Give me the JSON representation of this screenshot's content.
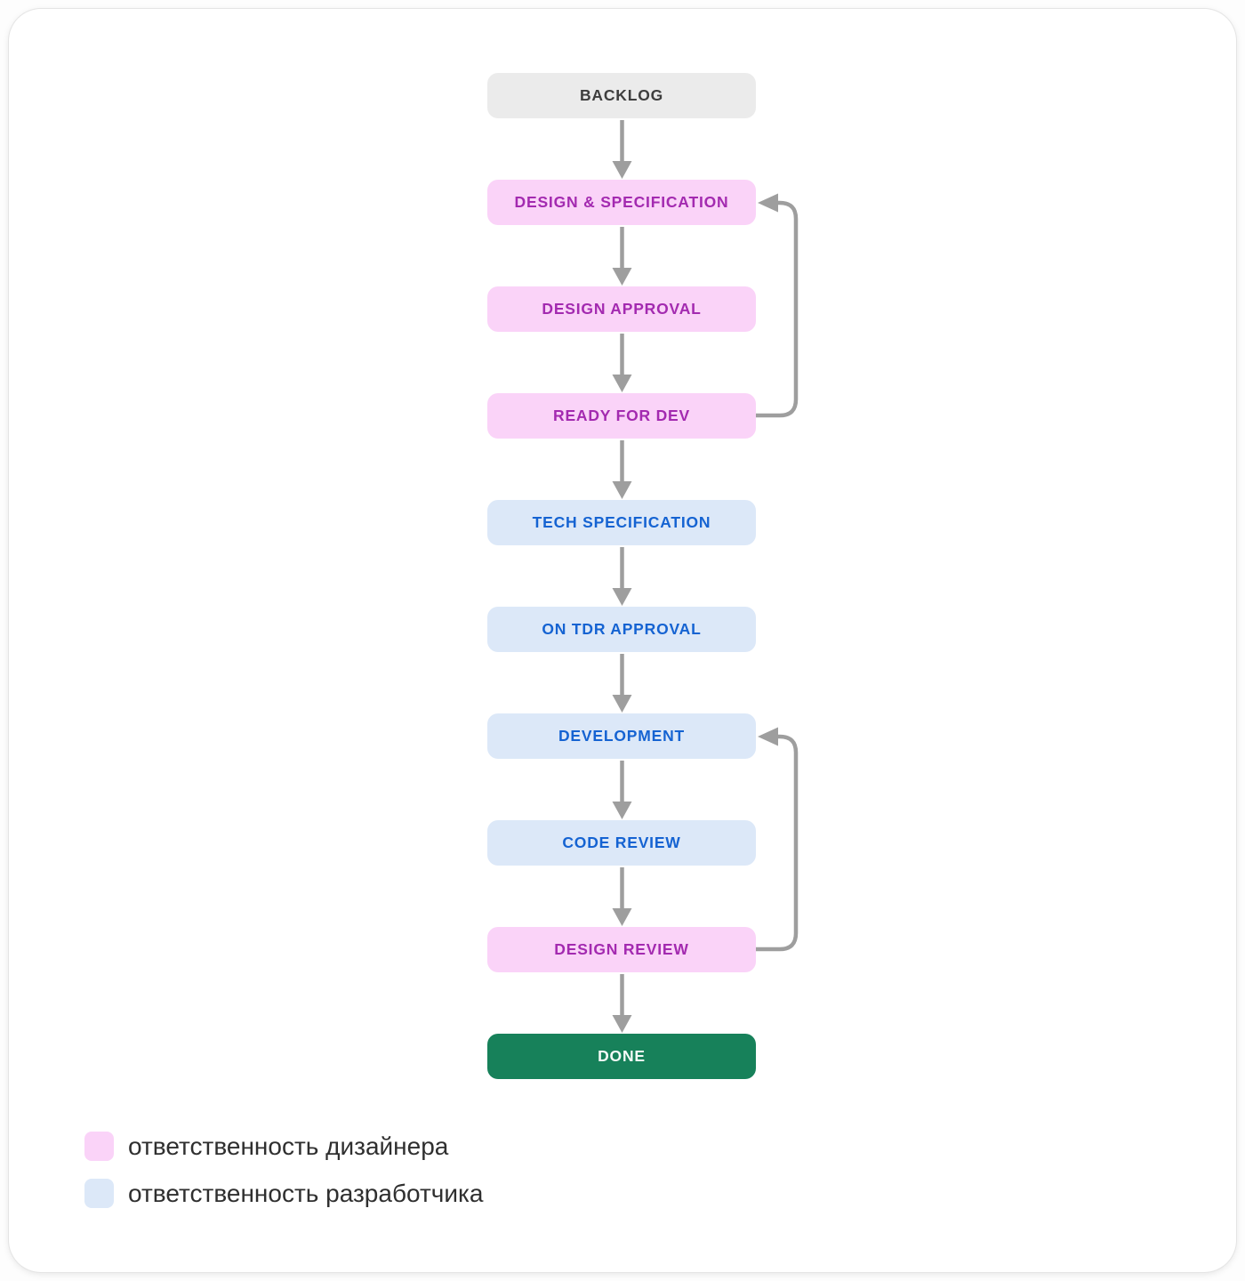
{
  "page": {
    "background": "#fdfdfd",
    "card_background": "#ffffff",
    "card_border": "#e4e4e4"
  },
  "node_types": {
    "neutral": {
      "bg": "#ebebeb",
      "text": "#3e3e3e"
    },
    "designer": {
      "bg": "#fad3f8",
      "text": "#a32ab0"
    },
    "developer": {
      "bg": "#dce8f8",
      "text": "#1563d2"
    },
    "done": {
      "bg": "#17815a",
      "text": "#f5faf7"
    }
  },
  "flow": {
    "arrow_color": "#9e9e9e",
    "nodes": [
      {
        "id": "backlog",
        "label": "BACKLOG",
        "type": "neutral"
      },
      {
        "id": "design-specification",
        "label": "DESIGN & SPECIFICATION",
        "type": "designer"
      },
      {
        "id": "design-approval",
        "label": "DESIGN APPROVAL",
        "type": "designer"
      },
      {
        "id": "ready-for-dev",
        "label": "READY FOR DEV",
        "type": "designer"
      },
      {
        "id": "tech-specification",
        "label": "TECH SPECIFICATION",
        "type": "developer"
      },
      {
        "id": "on-tdr-approval",
        "label": "ON TDR APPROVAL",
        "type": "developer"
      },
      {
        "id": "development",
        "label": "DEVELOPMENT",
        "type": "developer"
      },
      {
        "id": "code-review",
        "label": "CODE REVIEW",
        "type": "developer"
      },
      {
        "id": "design-review",
        "label": "DESIGN REVIEW",
        "type": "designer"
      },
      {
        "id": "done",
        "label": "DONE",
        "type": "done"
      }
    ],
    "loops": [
      {
        "from": "ready-for-dev",
        "to": "design-specification"
      },
      {
        "from": "design-review",
        "to": "development"
      }
    ]
  },
  "legend": {
    "items": [
      {
        "swatch_color": "#fad3f8",
        "label": "ответственность дизайнера"
      },
      {
        "swatch_color": "#dce8f8",
        "label": "ответственность разработчика"
      }
    ]
  }
}
